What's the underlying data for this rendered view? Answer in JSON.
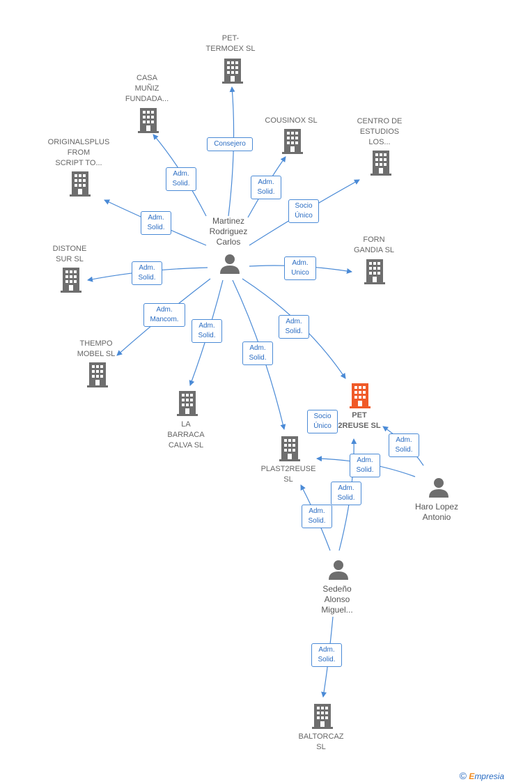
{
  "companies": {
    "pet_termoex": [
      "PET-",
      "TERMOEX SL"
    ],
    "casa_muniz": [
      "CASA",
      "MUÑIZ",
      "FUNDADA..."
    ],
    "cousinox": [
      "COUSINOX SL"
    ],
    "centro_estudios": [
      "CENTRO DE",
      "ESTUDIOS",
      "LOS..."
    ],
    "originalsplus": [
      "ORIGINALSPLUS",
      "FROM",
      "SCRIPT TO..."
    ],
    "distone": [
      "DISTONE",
      "SUR SL"
    ],
    "forn_gandia": [
      "FORN",
      "GANDIA SL"
    ],
    "thempo": [
      "THEMPO",
      "MOBEL SL"
    ],
    "la_barraca": [
      "LA",
      "BARRACA",
      "CALVA SL"
    ],
    "pet2reuse": [
      "PET",
      "2REUSE SL"
    ],
    "plast2reuse": [
      "PLAST2REUSE",
      "SL"
    ],
    "baltorcaz": [
      "BALTORCAZ",
      "SL"
    ]
  },
  "persons": {
    "martinez": [
      "Martinez",
      "Rodriguez",
      "Carlos"
    ],
    "haro": [
      "Haro Lopez",
      "Antonio"
    ],
    "sedeno": [
      "Sedeño",
      "Alonso",
      "Miguel..."
    ]
  },
  "edges": {
    "consejero": [
      "Consejero"
    ],
    "adm_casa": [
      "Adm.",
      "Solid."
    ],
    "adm_cousinox": [
      "Adm.",
      "Solid."
    ],
    "socio_centro": [
      "Socio",
      "Único"
    ],
    "adm_original": [
      "Adm.",
      "Solid."
    ],
    "adm_distone": [
      "Adm.",
      "Solid."
    ],
    "adm_forn": [
      "Adm.",
      "Unico"
    ],
    "adm_thempo": [
      "Adm.",
      "Mancom."
    ],
    "adm_barraca": [
      "Adm.",
      "Solid."
    ],
    "adm_plast_m": [
      "Adm.",
      "Solid."
    ],
    "adm_pet_m": [
      "Adm.",
      "Solid."
    ],
    "socio_pet": [
      "Socio",
      "Único"
    ],
    "adm_pet_haro": [
      "Adm.",
      "Solid."
    ],
    "adm_plast_haro": [
      "Adm.",
      "Solid."
    ],
    "adm_pet_sed": [
      "Adm.",
      "Solid."
    ],
    "adm_plast_sed": [
      "Adm.",
      "Solid."
    ],
    "adm_baltorcaz": [
      "Adm.",
      "Solid."
    ]
  },
  "colors": {
    "edge": "#4a8ad6",
    "building": "#6e6e6e",
    "building_highlight": "#f05a28",
    "person": "#6e6e6e"
  },
  "footer": {
    "copyright": "©",
    "brand_initial": "E",
    "brand_rest": "mpresia"
  }
}
